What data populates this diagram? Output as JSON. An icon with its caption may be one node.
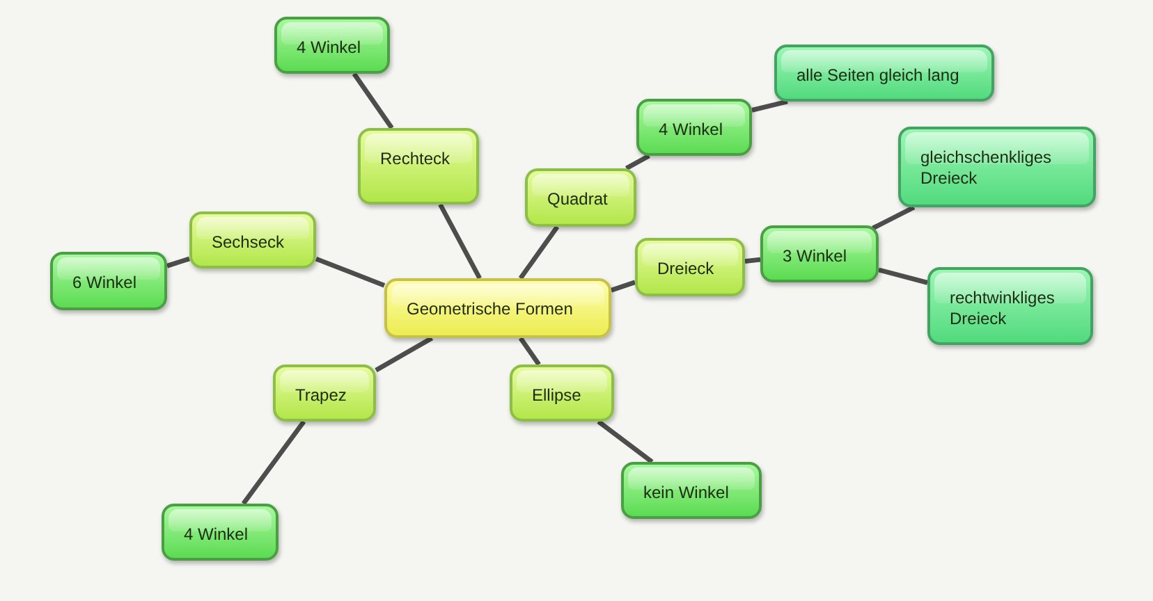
{
  "diagram": {
    "nodes": [
      {
        "text": [
          "Geometrische Formen"
        ]
      },
      {
        "text": [
          "Rechteck"
        ]
      },
      {
        "text": [
          "4 Winkel"
        ]
      },
      {
        "text": [
          "Quadrat"
        ]
      },
      {
        "text": [
          "4 Winkel"
        ]
      },
      {
        "text": [
          "alle Seiten gleich lang"
        ]
      },
      {
        "text": [
          "Sechseck"
        ]
      },
      {
        "text": [
          "6 Winkel"
        ]
      },
      {
        "text": [
          "Dreieck"
        ]
      },
      {
        "text": [
          "3 Winkel"
        ]
      },
      {
        "text": [
          "gleichschenkliges Dreieck"
        ]
      },
      {
        "text": [
          "rechtwinkliges Dreieck"
        ]
      },
      {
        "text": [
          "Trapez"
        ]
      },
      {
        "text": [
          "4 Winkel"
        ]
      },
      {
        "text": [
          "Ellipse"
        ]
      },
      {
        "text": [
          "kein Winkel"
        ]
      }
    ],
    "edges": [
      {
        "from": 0,
        "to": 1,
        "arrow": "none"
      },
      {
        "from": 1,
        "to": 2,
        "arrow": "none"
      },
      {
        "from": 0,
        "to": 3,
        "arrow": "none"
      },
      {
        "from": 3,
        "to": 4,
        "arrow": "none"
      },
      {
        "from": 4,
        "to": 5,
        "arrow": "none"
      },
      {
        "from": 0,
        "to": 6,
        "arrow": "none"
      },
      {
        "from": 6,
        "to": 7,
        "arrow": "none"
      },
      {
        "from": 0,
        "to": 8,
        "arrow": "none"
      },
      {
        "from": 8,
        "to": 9,
        "arrow": "none"
      },
      {
        "from": 9,
        "to": 10,
        "arrow": "none"
      },
      {
        "from": 9,
        "to": 11,
        "arrow": "none"
      },
      {
        "from": 0,
        "to": 12,
        "arrow": "none"
      },
      {
        "from": 12,
        "to": 13,
        "arrow": "none"
      },
      {
        "from": 0,
        "to": 14,
        "arrow": "none"
      },
      {
        "from": 14,
        "to": 15,
        "arrow": "none"
      }
    ]
  }
}
